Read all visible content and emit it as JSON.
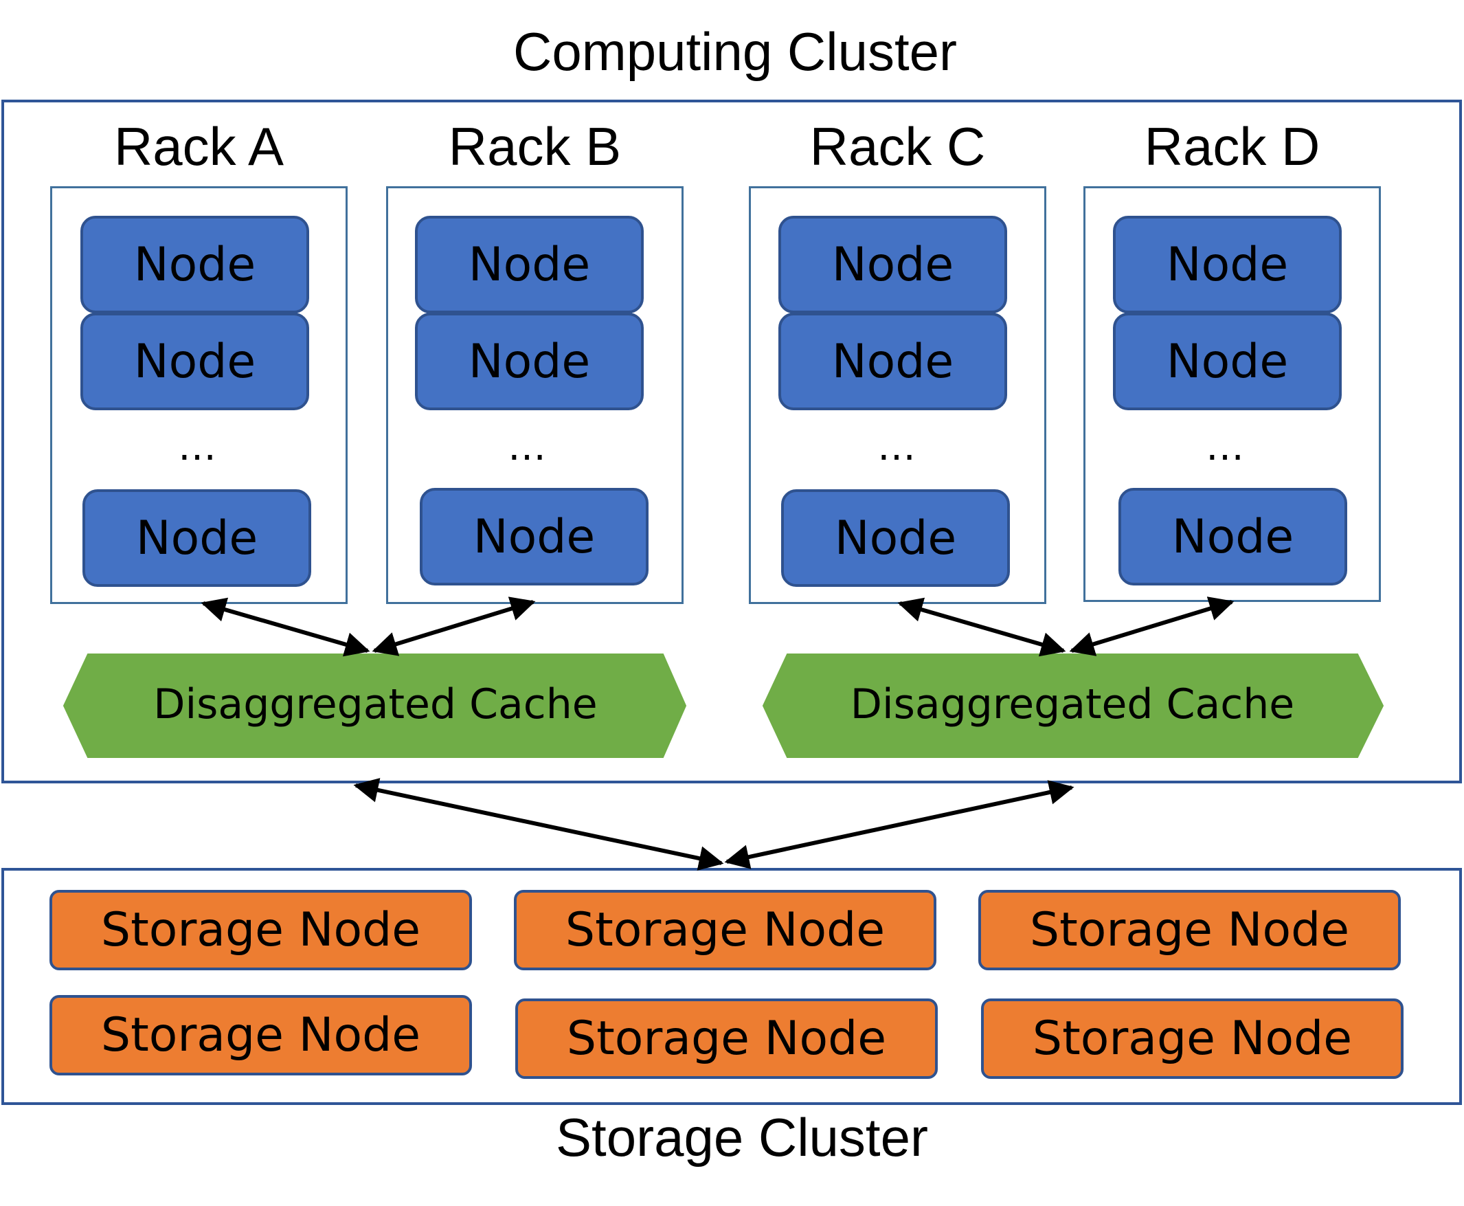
{
  "computing_cluster": {
    "title": "Computing Cluster",
    "racks": [
      {
        "label": "Rack A",
        "nodes": [
          "Node",
          "Node"
        ],
        "ellipsis": "…",
        "last_node": "Node"
      },
      {
        "label": "Rack B",
        "nodes": [
          "Node",
          "Node"
        ],
        "ellipsis": "…",
        "last_node": "Node"
      },
      {
        "label": "Rack C",
        "nodes": [
          "Node",
          "Node"
        ],
        "ellipsis": "…",
        "last_node": "Node"
      },
      {
        "label": "Rack D",
        "nodes": [
          "Node",
          "Node"
        ],
        "ellipsis": "…",
        "last_node": "Node"
      }
    ],
    "caches": [
      {
        "label": "Disaggregated Cache"
      },
      {
        "label": "Disaggregated Cache"
      }
    ]
  },
  "storage_cluster": {
    "title": "Storage Cluster",
    "nodes": [
      "Storage Node",
      "Storage Node",
      "Storage Node",
      "Storage Node",
      "Storage Node",
      "Storage Node"
    ]
  },
  "colors": {
    "node_fill": "#4472c4",
    "cache_fill": "#70ad47",
    "storage_fill": "#ed7d31",
    "cluster_border": "#2f5597"
  }
}
